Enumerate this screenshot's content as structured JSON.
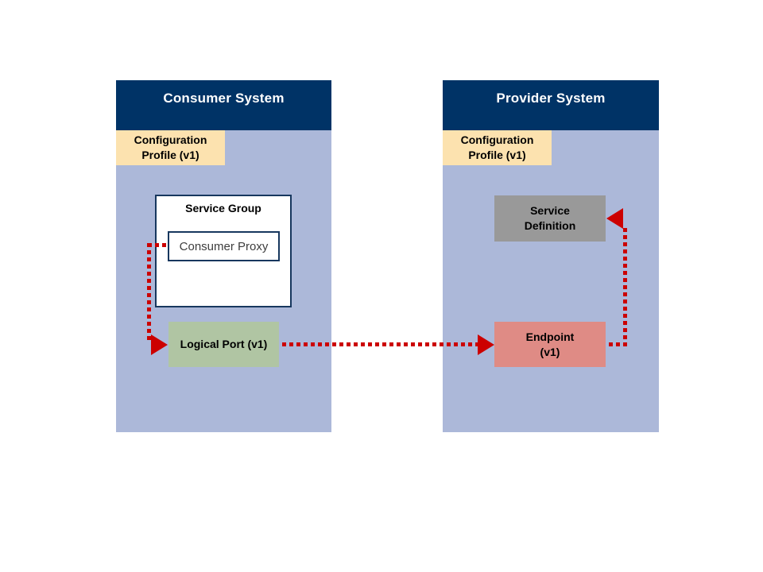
{
  "consumer": {
    "title": "Consumer System",
    "config_profile": "Configuration\nProfile (v1)",
    "service_group": "Service Group",
    "consumer_proxy": "Consumer Proxy",
    "logical_port": "Logical Port (v1)"
  },
  "provider": {
    "title": "Provider System",
    "config_profile": "Configuration\nProfile (v1)",
    "service_definition": "Service\nDefinition",
    "endpoint": "Endpoint\n(v1)"
  },
  "colors": {
    "header_bg": "#003366",
    "panel_bg": "#ACB8D9",
    "config_bg": "#FCE2AF",
    "logical_port_bg": "#B0C5A3",
    "service_definition_bg": "#999999",
    "endpoint_bg": "#DF8B85",
    "arrow_red": "#CC0000",
    "box_border": "#17375E"
  }
}
